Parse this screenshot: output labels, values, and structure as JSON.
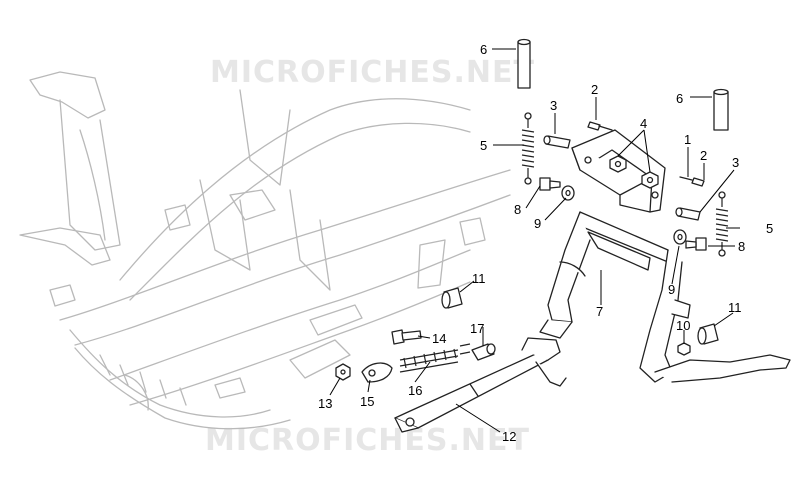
{
  "watermarks": {
    "top": "MICROFICHES.NET",
    "bottom": "MICROFICHES.NET"
  },
  "callouts": {
    "c1": "1",
    "c2a": "2",
    "c2b": "2",
    "c3a": "3",
    "c3b": "3",
    "c4": "4",
    "c5a": "5",
    "c5b": "5",
    "c6a": "6",
    "c6b": "6",
    "c7": "7",
    "c8a": "8",
    "c8b": "8",
    "c9a": "9",
    "c9b": "9",
    "c10": "10",
    "c11a": "11",
    "c11b": "11",
    "c12": "12",
    "c13": "13",
    "c14": "14",
    "c15": "15",
    "c16": "16",
    "c17": "17"
  }
}
